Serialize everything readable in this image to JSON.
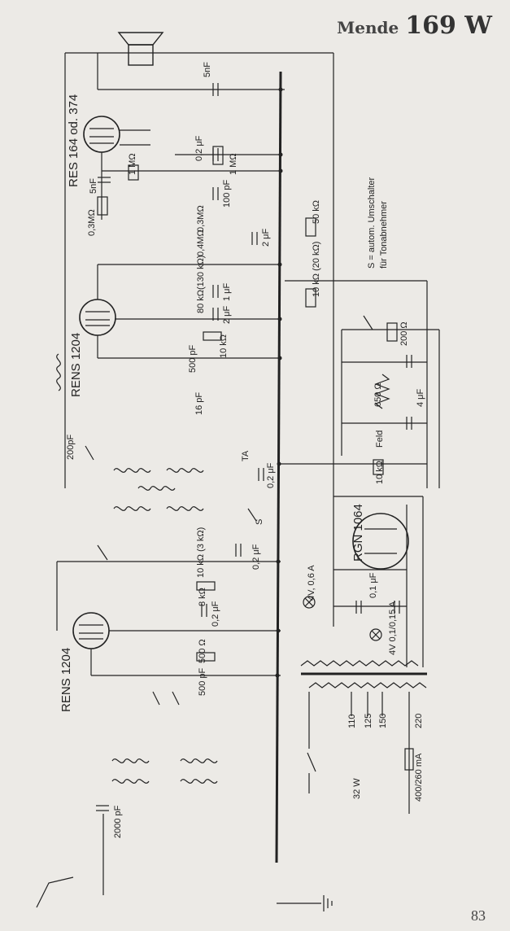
{
  "header": {
    "brand": "Mende",
    "model": "169 W"
  },
  "page_number": "83",
  "note": {
    "line1": "S = autom. Umschalter",
    "line2": "für Tonabnehmer"
  },
  "tubes": {
    "output": "RES 164 od. 374",
    "detector": "RENS 1204",
    "rf": "RENS 1204",
    "rectifier": "RGN 1064"
  },
  "labels": {
    "c_5nf_top": "5nF",
    "c_5nf": "5nF",
    "r_03m": "0,3MΩ",
    "c_02uf_a": "0,2 μF",
    "r_1m_a": "1 MΩ",
    "r_1m_b": "1 MΩ",
    "c_100pf": "100 pF",
    "r_03m_b": "0,3MΩ",
    "r_04m": "0,4MΩ",
    "c_2uf_a": "2 μF",
    "r_50k": "50 kΩ",
    "r_80k": "80 kΩ(130 kΩ)",
    "c_1uf": "1 μF",
    "r_10k_20k": "10 kΩ (20 kΩ)",
    "c_2uf_b": "2 μF",
    "r_10k_a": "10 kΩ",
    "c_500pf_a": "500 pF",
    "r_200": "200 Ω",
    "c_16pf": "16 pF",
    "r_650": "650 Ω",
    "c_4uf": "4 μF",
    "c_200pf": "200pF",
    "ta": "TA",
    "field": "Feld",
    "c_02uf_b": "0,2 μF",
    "r_10k_b": "10 kΩ",
    "switch_s": "S",
    "r_10k_3k": "10 kΩ (3 kΩ)",
    "c_02uf_c": "0,2 μF",
    "lamp_a": "4V, 0,6 A",
    "r_8k": "8 kΩ",
    "c_01uf": "0,1 μF",
    "c_02uf_d": "0,2 μF",
    "r_500": "500 Ω",
    "lamp_b": "4V 0,1/0,15 A",
    "c_500pf_b": "500 pF",
    "tap_110": "110",
    "tap_125": "125",
    "tap_150": "150",
    "tap_220": "220",
    "fuse": "400/260 mA",
    "power": "32 W",
    "c_2000pf": "2000 pF"
  }
}
